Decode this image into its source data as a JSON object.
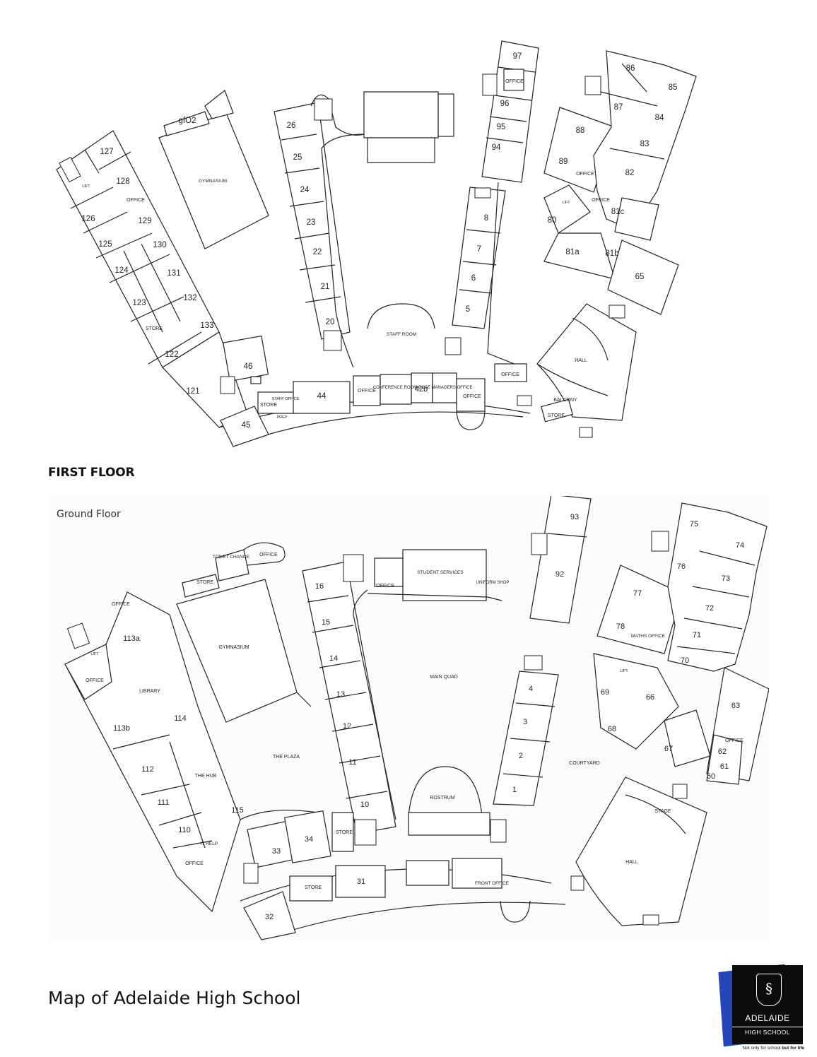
{
  "first_floor": {
    "label": "FIRST FLOOR",
    "rooms": [
      "127",
      "128",
      "126",
      "129",
      "125",
      "130",
      "124",
      "131",
      "123",
      "132",
      "133",
      "122",
      "121",
      "46",
      "45",
      "44",
      "26",
      "25",
      "24",
      "23",
      "22",
      "21",
      "20",
      "8",
      "7",
      "6",
      "5",
      "97",
      "96",
      "95",
      "94",
      "88",
      "89",
      "86",
      "85",
      "87",
      "84",
      "83",
      "82",
      "81c",
      "80",
      "81a",
      "81b",
      "65"
    ],
    "labels": {
      "gf02": "gfO2",
      "gymnasium": "GYMNASIUM",
      "lift": "LIFT",
      "office": "OFFICE",
      "store": "STORE",
      "staff_office": "STAFF OFFICE",
      "prep": "PREP",
      "conference_room": "CONFERENCE ROOM",
      "room_42b": "42b",
      "house_managers_office": "HOUSE MANAGERS OFFICE",
      "staff_room": "STAFF ROOM",
      "hall": "HALL",
      "balcony": "BALCONY"
    }
  },
  "ground_floor": {
    "label": "Ground Floor",
    "rooms": [
      "113a",
      "113b",
      "114",
      "112",
      "111",
      "110",
      "16",
      "15",
      "14",
      "13",
      "12",
      "11",
      "10",
      "33",
      "34",
      "32",
      "31",
      "4",
      "3",
      "2",
      "1",
      "93",
      "92",
      "77",
      "78",
      "76",
      "75",
      "74",
      "73",
      "72",
      "71",
      "70",
      "69",
      "66",
      "68",
      "67",
      "63",
      "62",
      "61",
      "60"
    ],
    "labels": {
      "office": "OFFICE",
      "lift": "LIFT",
      "library": "LIBRARY",
      "gymnasium": "GYMNASIUM",
      "toilet_change": "TOILET CHANGE",
      "store": "STORE",
      "the_hub": "THE HUB",
      "room_115": "115",
      "it_help": "IT HELP",
      "the_plaza": "THE PLAZA",
      "student_services": "STUDENT SERVICES",
      "uniform_shop": "UNIFORM SHOP",
      "main_quad": "MAIN QUAD",
      "rostrum": "ROSTRUM",
      "front_office": "FRONT OFFICE",
      "courtyard": "COURTYARD",
      "maths_office": "MATHS OFFICE",
      "stage": "STAGE",
      "hall": "HALL"
    }
  },
  "page": {
    "title": "Map of Adelaide High School"
  },
  "logo": {
    "name": "ADELAIDE",
    "sub": "HIGH SCHOOL",
    "tagline_plain": "Not only for school ",
    "tagline_bold": "but for life"
  }
}
